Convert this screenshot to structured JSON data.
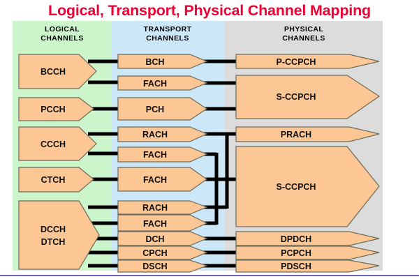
{
  "title": "Logical, Transport, Physical Channel Mapping",
  "colors": {
    "title": "#ee0033",
    "logical_panel": "#ccf5cc",
    "transport_panel": "#cbe7f8",
    "physical_panel": "#dcdcdc",
    "box_fill": "#fcc695",
    "box_stroke": "#6b6b5a",
    "connector": "#000000",
    "bottom_rule": "#6b63c4"
  },
  "columns": [
    {
      "id": "logical",
      "header_line1": "LOGICAL",
      "header_line2": "CHANNELS"
    },
    {
      "id": "transport",
      "header_line1": "TRANSPORT",
      "header_line2": "CHANNELS"
    },
    {
      "id": "physical",
      "header_line1": "PHYSICAL",
      "header_line2": "CHANNELS"
    }
  ],
  "logical_channels": [
    {
      "label": "BCCH",
      "label2": ""
    },
    {
      "label": "PCCH",
      "label2": ""
    },
    {
      "label": "CCCH",
      "label2": ""
    },
    {
      "label": "CTCH",
      "label2": ""
    },
    {
      "label": "DCCH",
      "label2": "DTCH"
    }
  ],
  "transport_channels": [
    {
      "label": "BCH"
    },
    {
      "label": "FACH"
    },
    {
      "label": "PCH"
    },
    {
      "label": "RACH"
    },
    {
      "label": "FACH"
    },
    {
      "label": "FACH"
    },
    {
      "label": "RACH"
    },
    {
      "label": "FACH"
    },
    {
      "label": "DCH"
    },
    {
      "label": "CPCH"
    },
    {
      "label": "DSCH"
    }
  ],
  "physical_channels": [
    {
      "label": "P-CCPCH"
    },
    {
      "label": "S-CCPCH"
    },
    {
      "label": "PRACH"
    },
    {
      "label": "S-CCPCH"
    },
    {
      "label": "DPDCH"
    },
    {
      "label": "PCPCH"
    },
    {
      "label": "PDSCH"
    }
  ],
  "mappings": [
    {
      "from": "BCCH",
      "to": "BCH"
    },
    {
      "from": "BCCH",
      "to": "FACH"
    },
    {
      "from": "PCCH",
      "to": "PCH"
    },
    {
      "from": "CCCH",
      "to": "RACH"
    },
    {
      "from": "CCCH",
      "to": "FACH"
    },
    {
      "from": "CTCH",
      "to": "FACH"
    },
    {
      "from": "DCCH/DTCH",
      "to": "RACH"
    },
    {
      "from": "DCCH/DTCH",
      "to": "FACH"
    },
    {
      "from": "DCCH/DTCH",
      "to": "DCH"
    },
    {
      "from": "DCCH/DTCH",
      "to": "CPCH"
    },
    {
      "from": "DCCH/DTCH",
      "to": "DSCH"
    },
    {
      "from": "BCH",
      "to": "P-CCPCH"
    },
    {
      "from": "FACH",
      "to": "S-CCPCH"
    },
    {
      "from": "PCH",
      "to": "S-CCPCH"
    },
    {
      "from": "RACH",
      "to": "PRACH"
    },
    {
      "from": "FACH",
      "to": "S-CCPCH"
    },
    {
      "from": "RACH",
      "to": "PRACH"
    },
    {
      "from": "FACH",
      "to": "S-CCPCH"
    },
    {
      "from": "DCH",
      "to": "DPDCH"
    },
    {
      "from": "CPCH",
      "to": "PCPCH"
    },
    {
      "from": "DSCH",
      "to": "PDSCH"
    }
  ]
}
